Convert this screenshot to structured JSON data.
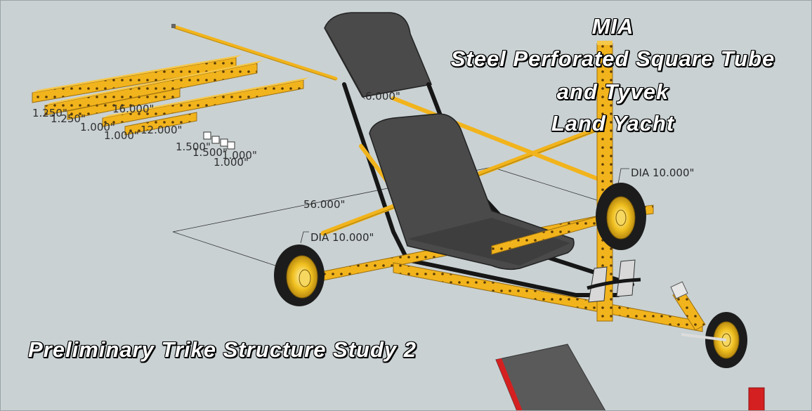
{
  "title": {
    "line1": "MIA",
    "line2": "Steel Perforated Square Tube",
    "line3": "and  Tyvek",
    "line4": "Land Yacht"
  },
  "study_label": "Preliminary Trike Structure Study 2",
  "dimensions": {
    "wheelbase": "56.000\"",
    "rear_wheel_dia": "DIA 10.000\"",
    "front_wheel_dia": "DIA 10.000\"",
    "seat_back_partial": "6.000\""
  },
  "parts_dims": [
    "1.250\"",
    "1.250\"",
    "16.000\"",
    "1.000\"",
    "1.000\"",
    "12.000\"",
    "1.500\"",
    "1.500\"",
    "1.000\"",
    "1.000\""
  ],
  "colors": {
    "background": "#c9d1d3",
    "tube": "#f2b41c",
    "tube_shadow": "#c98a10",
    "seat": "#4a4a4a",
    "frame": "#161616",
    "tire": "#1c1c1c",
    "hub": "#f0c020",
    "accent_red": "#d42020"
  }
}
